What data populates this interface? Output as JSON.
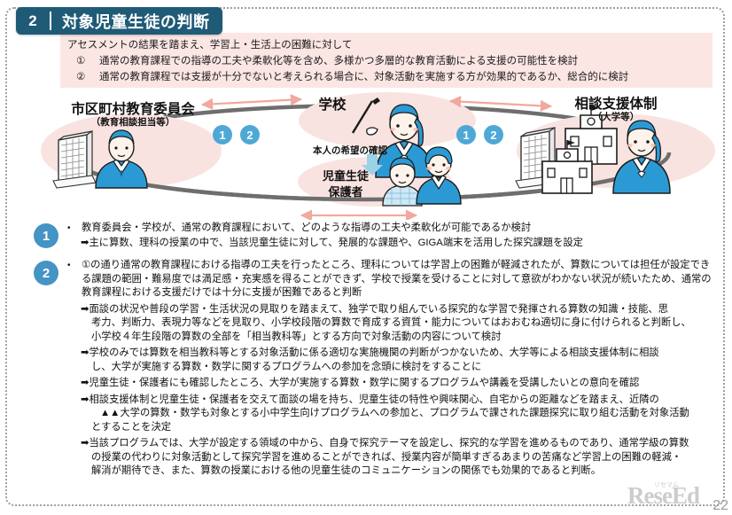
{
  "header": {
    "number": "2",
    "title": "対象児童生徒の判断"
  },
  "intro": {
    "lead": "アセスメントの結果を踏まえ、学習上・生活上の困難に対して",
    "items": [
      {
        "marker": "①",
        "text": "通常の教育課程での指導の工夫や柔軟化等を含め、多様かつ多層的な教育活動による支援の可能性を検討"
      },
      {
        "marker": "②",
        "text": "通常の教育課程では支援が十分でないと考えられる場合に、対象活動を実施する方が効果的であるか、総合的に検討"
      }
    ]
  },
  "diagram": {
    "nodes": {
      "board": {
        "title": "市区町村教育委員会",
        "subtitle": "（教育相談担当等）"
      },
      "school": {
        "title": "学校"
      },
      "support": {
        "title": "相談支援体制",
        "subtitle": "（大学等）"
      },
      "students": {
        "line1": "児童生徒",
        "line2": "保護者"
      }
    },
    "confirm_label": "本人の希望の確認",
    "flow_badges_left": [
      "1",
      "2"
    ],
    "flow_badges_right": [
      "1",
      "2"
    ],
    "colors": {
      "ellipse_fill": "#f9e3e0",
      "ring_stroke": "#6b6b6b",
      "badge_blue": "#4ea8d6",
      "arrow_pink": "#efa99e",
      "arrow_light_blue": "#9ad2e6",
      "person_blue": "#2b9ad4",
      "header_teal": "#1f5b77",
      "intro_pink": "#fbe6e4"
    }
  },
  "list": {
    "blocks": [
      {
        "badge": "1",
        "lead": "教育委員会・学校が、通常の教育課程において、どのような指導の工夫や柔軟化が可能であるか検討",
        "arrows": [
          {
            "lines": [
              "主に算数、理科の授業の中で、当該児童生徒に対して、発展的な課題や、GIGA端末を活用した探究課題を設定"
            ]
          }
        ]
      },
      {
        "badge": "2",
        "lead": "①の通り通常の教育課程における指導の工夫を行ったところ、理科については学習上の困難が軽減されたが、算数については担任が設定できる課題の範囲・難易度では満足感・充実感を得ることができず、学校で授業を受けることに対して意欲がわかない状況が続いたため、通常の教育課程における支援だけでは十分に支援が困難であると判断",
        "arrows": [
          {
            "lines": [
              "面談の状況や普段の学習・生活状況の見取りを踏まえて、独学で取り組んでいる探究的な学習で発揮される算数の知識・技能、思",
              "考力、判断力、表現力等などを見取り、小学校段階の算数で育成する資質・能力についてはおおむね適切に身に付けられると判断し、",
              "小学校４年生段階の算数の全部を「相当教科等」とする方向で対象活動の内容について検討"
            ]
          },
          {
            "lines": [
              "学校のみでは算数を相当教科等とする対象活動に係る適切な実施機関の判断がつかないため、大学等による相談支援体制に相談",
              "し、大学が実施する算数・数学に関するプログラムへの参加を念頭に検討をすることに"
            ]
          },
          {
            "lines": [
              "児童生徒・保護者にも確認したところ、大学が実施する算数・数学に関するプログラムや講義を受講したいとの意向を確認"
            ]
          },
          {
            "lines": [
              "相談支援体制と児童生徒・保護者を交えて面談の場を持ち、児童生徒の特性や興味関心、自宅からの距離などを踏まえ、近隣の",
              "▲▲大学の算数・数学も対象とする小中学生向けプログラムへの参加と、プログラムで課された課題探究に取り組む活動を対象活動",
              "とすることを決定"
            ]
          },
          {
            "lines": [
              "当該プログラムでは、大学が設定する領域の中から、自身で探究テーマを設定し、探究的な学習を進めるものであり、通常学級の算数",
              "の授業の代わりに対象活動として探究学習を進めることができれば、授業内容が簡単すぎるあまりの苦痛など学習上の困難の軽減・",
              "解消が期待でき、また、算数の授業における他の児童生徒のコミュニケーションの関係でも効果的であると判断。"
            ]
          }
        ]
      }
    ]
  },
  "watermark": {
    "text": "ReseEd",
    "subtext": "リセマム",
    "page_number": "22"
  }
}
